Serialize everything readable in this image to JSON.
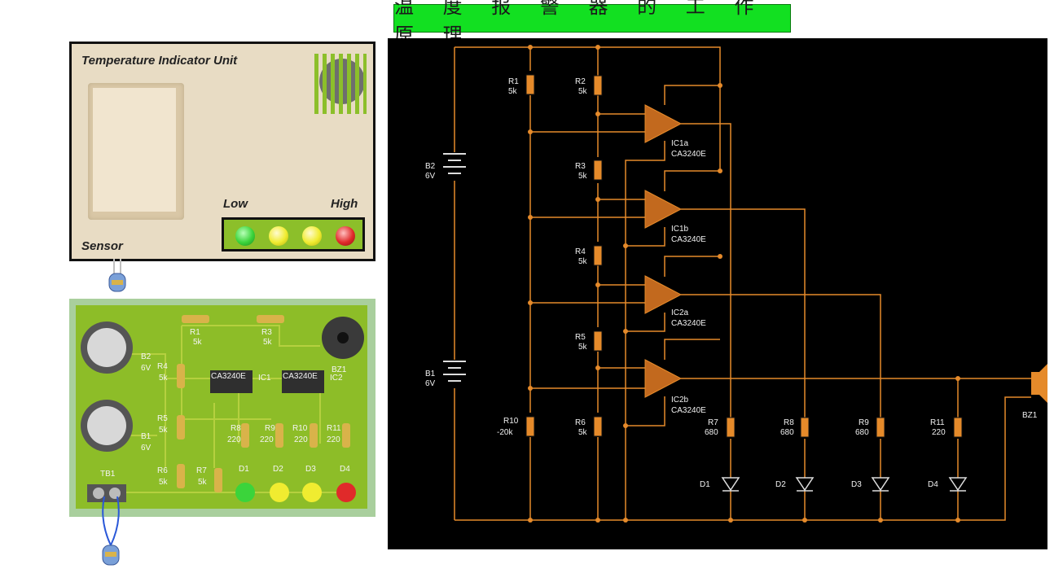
{
  "title": "温 度 报 警 器 的 工 作 原 理",
  "indicator_unit": {
    "title": "Temperature Indicator Unit",
    "sensor_label": "Sensor",
    "low_label": "Low",
    "high_label": "High",
    "leds": [
      {
        "name": "green",
        "color": "#3bd43b"
      },
      {
        "name": "yellow1",
        "color": "#f0ec30"
      },
      {
        "name": "yellow2",
        "color": "#f0ec30"
      },
      {
        "name": "red",
        "color": "#e02a2a"
      }
    ]
  },
  "pcb": {
    "labels": {
      "r1": "R1",
      "r1v": "5k",
      "r3": "R3",
      "r3v": "5k",
      "b2": "B2",
      "b2v": "6V",
      "r4": "R4",
      "r4v": "5k",
      "ic_a": "CA3240E",
      "ic1": "IC1",
      "ic_b": "CA3240E",
      "ic2": "IC2",
      "bz1": "BZ1",
      "r5": "R5",
      "r5v": "5k",
      "b1": "B1",
      "b1v": "6V",
      "r8": "R8",
      "r8v": "220",
      "r9": "R9",
      "r9v": "220",
      "r10": "R10",
      "r10v": "220",
      "r11": "R11",
      "r11v": "220",
      "tb1": "TB1",
      "r6": "R6",
      "r6v": "5k",
      "r7": "R7",
      "r7v": "5k",
      "d1": "D1",
      "d2": "D2",
      "d3": "D3",
      "d4": "D4"
    }
  },
  "schematic": {
    "b2": "B2",
    "b2v": "6V",
    "b1": "B1",
    "b1v": "6V",
    "r1": "R1",
    "r1v": "5k",
    "r2": "R2",
    "r2v": "5k",
    "r3": "R3",
    "r3v": "5k",
    "r4": "R4",
    "r4v": "5k",
    "r5": "R5",
    "r5v": "5k",
    "r6": "R6",
    "r6v": "5k",
    "r10": "R10",
    "r10v": "-20k",
    "ic1a": "IC1a",
    "ic1b": "IC1b",
    "ic2a": "IC2a",
    "ic2b": "IC2b",
    "ic_part": "CA3240E",
    "r7": "R7",
    "r7v": "680",
    "r8": "R8",
    "r8v": "680",
    "r9": "R9",
    "r9v": "680",
    "r11": "R11",
    "r11v": "220",
    "d1": "D1",
    "d2": "D2",
    "d3": "D3",
    "d4": "D4",
    "bz1": "BZ1",
    "wire_color": "#e58a2a"
  }
}
